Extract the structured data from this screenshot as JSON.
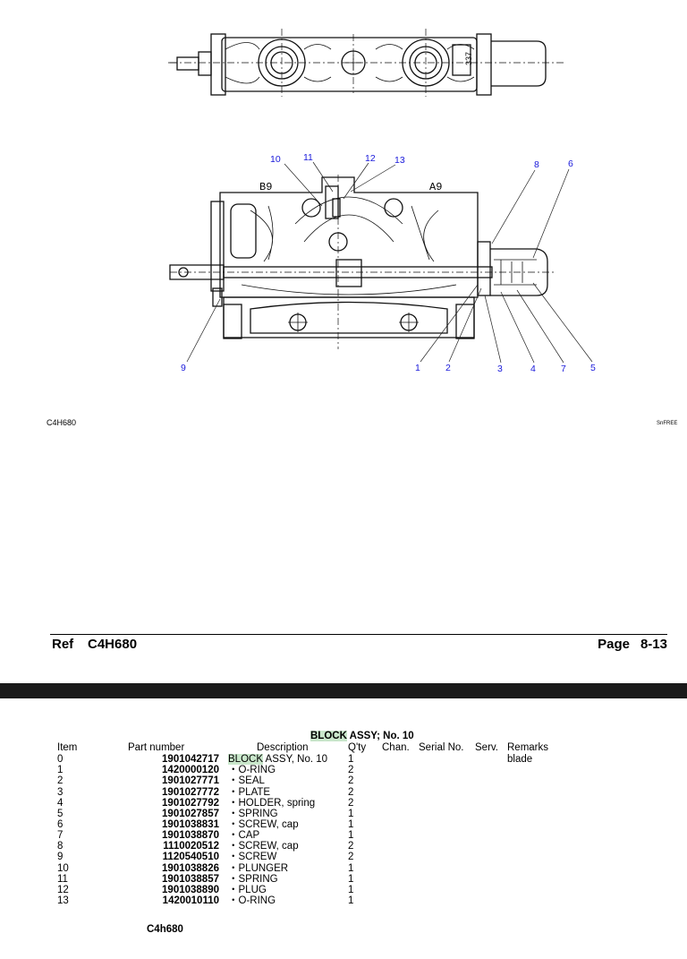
{
  "drawing": {
    "plate_code": "337",
    "port_labels": [
      "B9",
      "A9"
    ],
    "callouts": [
      "10",
      "11",
      "12",
      "13",
      "8",
      "6",
      "9",
      "1",
      "2",
      "3",
      "4",
      "7",
      "5"
    ]
  },
  "footer_left": "C4H680",
  "footer_right": "SnFREE",
  "header": {
    "ref_label": "Ref",
    "ref_value": "C4H680",
    "page_label": "Page",
    "page_value": "8-13"
  },
  "table": {
    "title_highlight": "BLOCK",
    "title_rest": " ASSY; No. 10",
    "columns": [
      "Item",
      "Part number",
      "Description",
      "Q'ty",
      "Chan.",
      "Serial No.",
      "Serv.",
      "Remarks"
    ],
    "rows": [
      {
        "item": "0",
        "part": "1901042717",
        "desc_hl": "BLOCK",
        "desc": " ASSY, No. 10",
        "qty": "1",
        "remarks": "blade"
      },
      {
        "item": "1",
        "part": "1420000120",
        "desc_hl": "",
        "desc": "・O-RING",
        "qty": "2",
        "remarks": ""
      },
      {
        "item": "2",
        "part": "1901027771",
        "desc_hl": "",
        "desc": "・SEAL",
        "qty": "2",
        "remarks": ""
      },
      {
        "item": "3",
        "part": "1901027772",
        "desc_hl": "",
        "desc": "・PLATE",
        "qty": "2",
        "remarks": ""
      },
      {
        "item": "4",
        "part": "1901027792",
        "desc_hl": "",
        "desc": "・HOLDER, spring",
        "qty": "2",
        "remarks": ""
      },
      {
        "item": "5",
        "part": "1901027857",
        "desc_hl": "",
        "desc": "・SPRING",
        "qty": "1",
        "remarks": ""
      },
      {
        "item": "6",
        "part": "1901038831",
        "desc_hl": "",
        "desc": "・SCREW, cap",
        "qty": "1",
        "remarks": ""
      },
      {
        "item": "7",
        "part": "1901038870",
        "desc_hl": "",
        "desc": "・CAP",
        "qty": "1",
        "remarks": ""
      },
      {
        "item": "8",
        "part": "1110020512",
        "desc_hl": "",
        "desc": "・SCREW, cap",
        "qty": "2",
        "remarks": ""
      },
      {
        "item": "9",
        "part": "1120540510",
        "desc_hl": "",
        "desc": "・SCREW",
        "qty": "2",
        "remarks": ""
      },
      {
        "item": "10",
        "part": "1901038826",
        "desc_hl": "",
        "desc": "・PLUNGER",
        "qty": "1",
        "remarks": ""
      },
      {
        "item": "11",
        "part": "1901038857",
        "desc_hl": "",
        "desc": "・SPRING",
        "qty": "1",
        "remarks": ""
      },
      {
        "item": "12",
        "part": "1901038890",
        "desc_hl": "",
        "desc": "・PLUG",
        "qty": "1",
        "remarks": ""
      },
      {
        "item": "13",
        "part": "1420010110",
        "desc_hl": "",
        "desc": "・O-RING",
        "qty": "1",
        "remarks": ""
      }
    ],
    "footer_code": "C4h680"
  }
}
